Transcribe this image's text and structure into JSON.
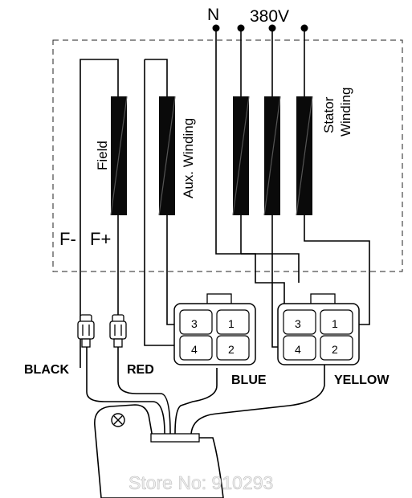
{
  "diagram": {
    "supply": {
      "neutral_label": "N",
      "voltage_label": "380V"
    },
    "windings": {
      "field_label": "Field",
      "aux_label": "Aux. Winding",
      "stator_label_line1": "Stator",
      "stator_label_line2": "Winding"
    },
    "field_terminals": {
      "minus_label": "F-",
      "plus_label": "F+"
    },
    "wire_colors": {
      "black_label": "BLACK",
      "red_label": "RED"
    },
    "connectors": {
      "blue": {
        "label": "BLUE",
        "pins": [
          "3",
          "1",
          "4",
          "2"
        ]
      },
      "yellow": {
        "label": "YELLOW",
        "pins": [
          "3",
          "1",
          "4",
          "2"
        ]
      }
    },
    "watermark": "Store No: 910293"
  }
}
